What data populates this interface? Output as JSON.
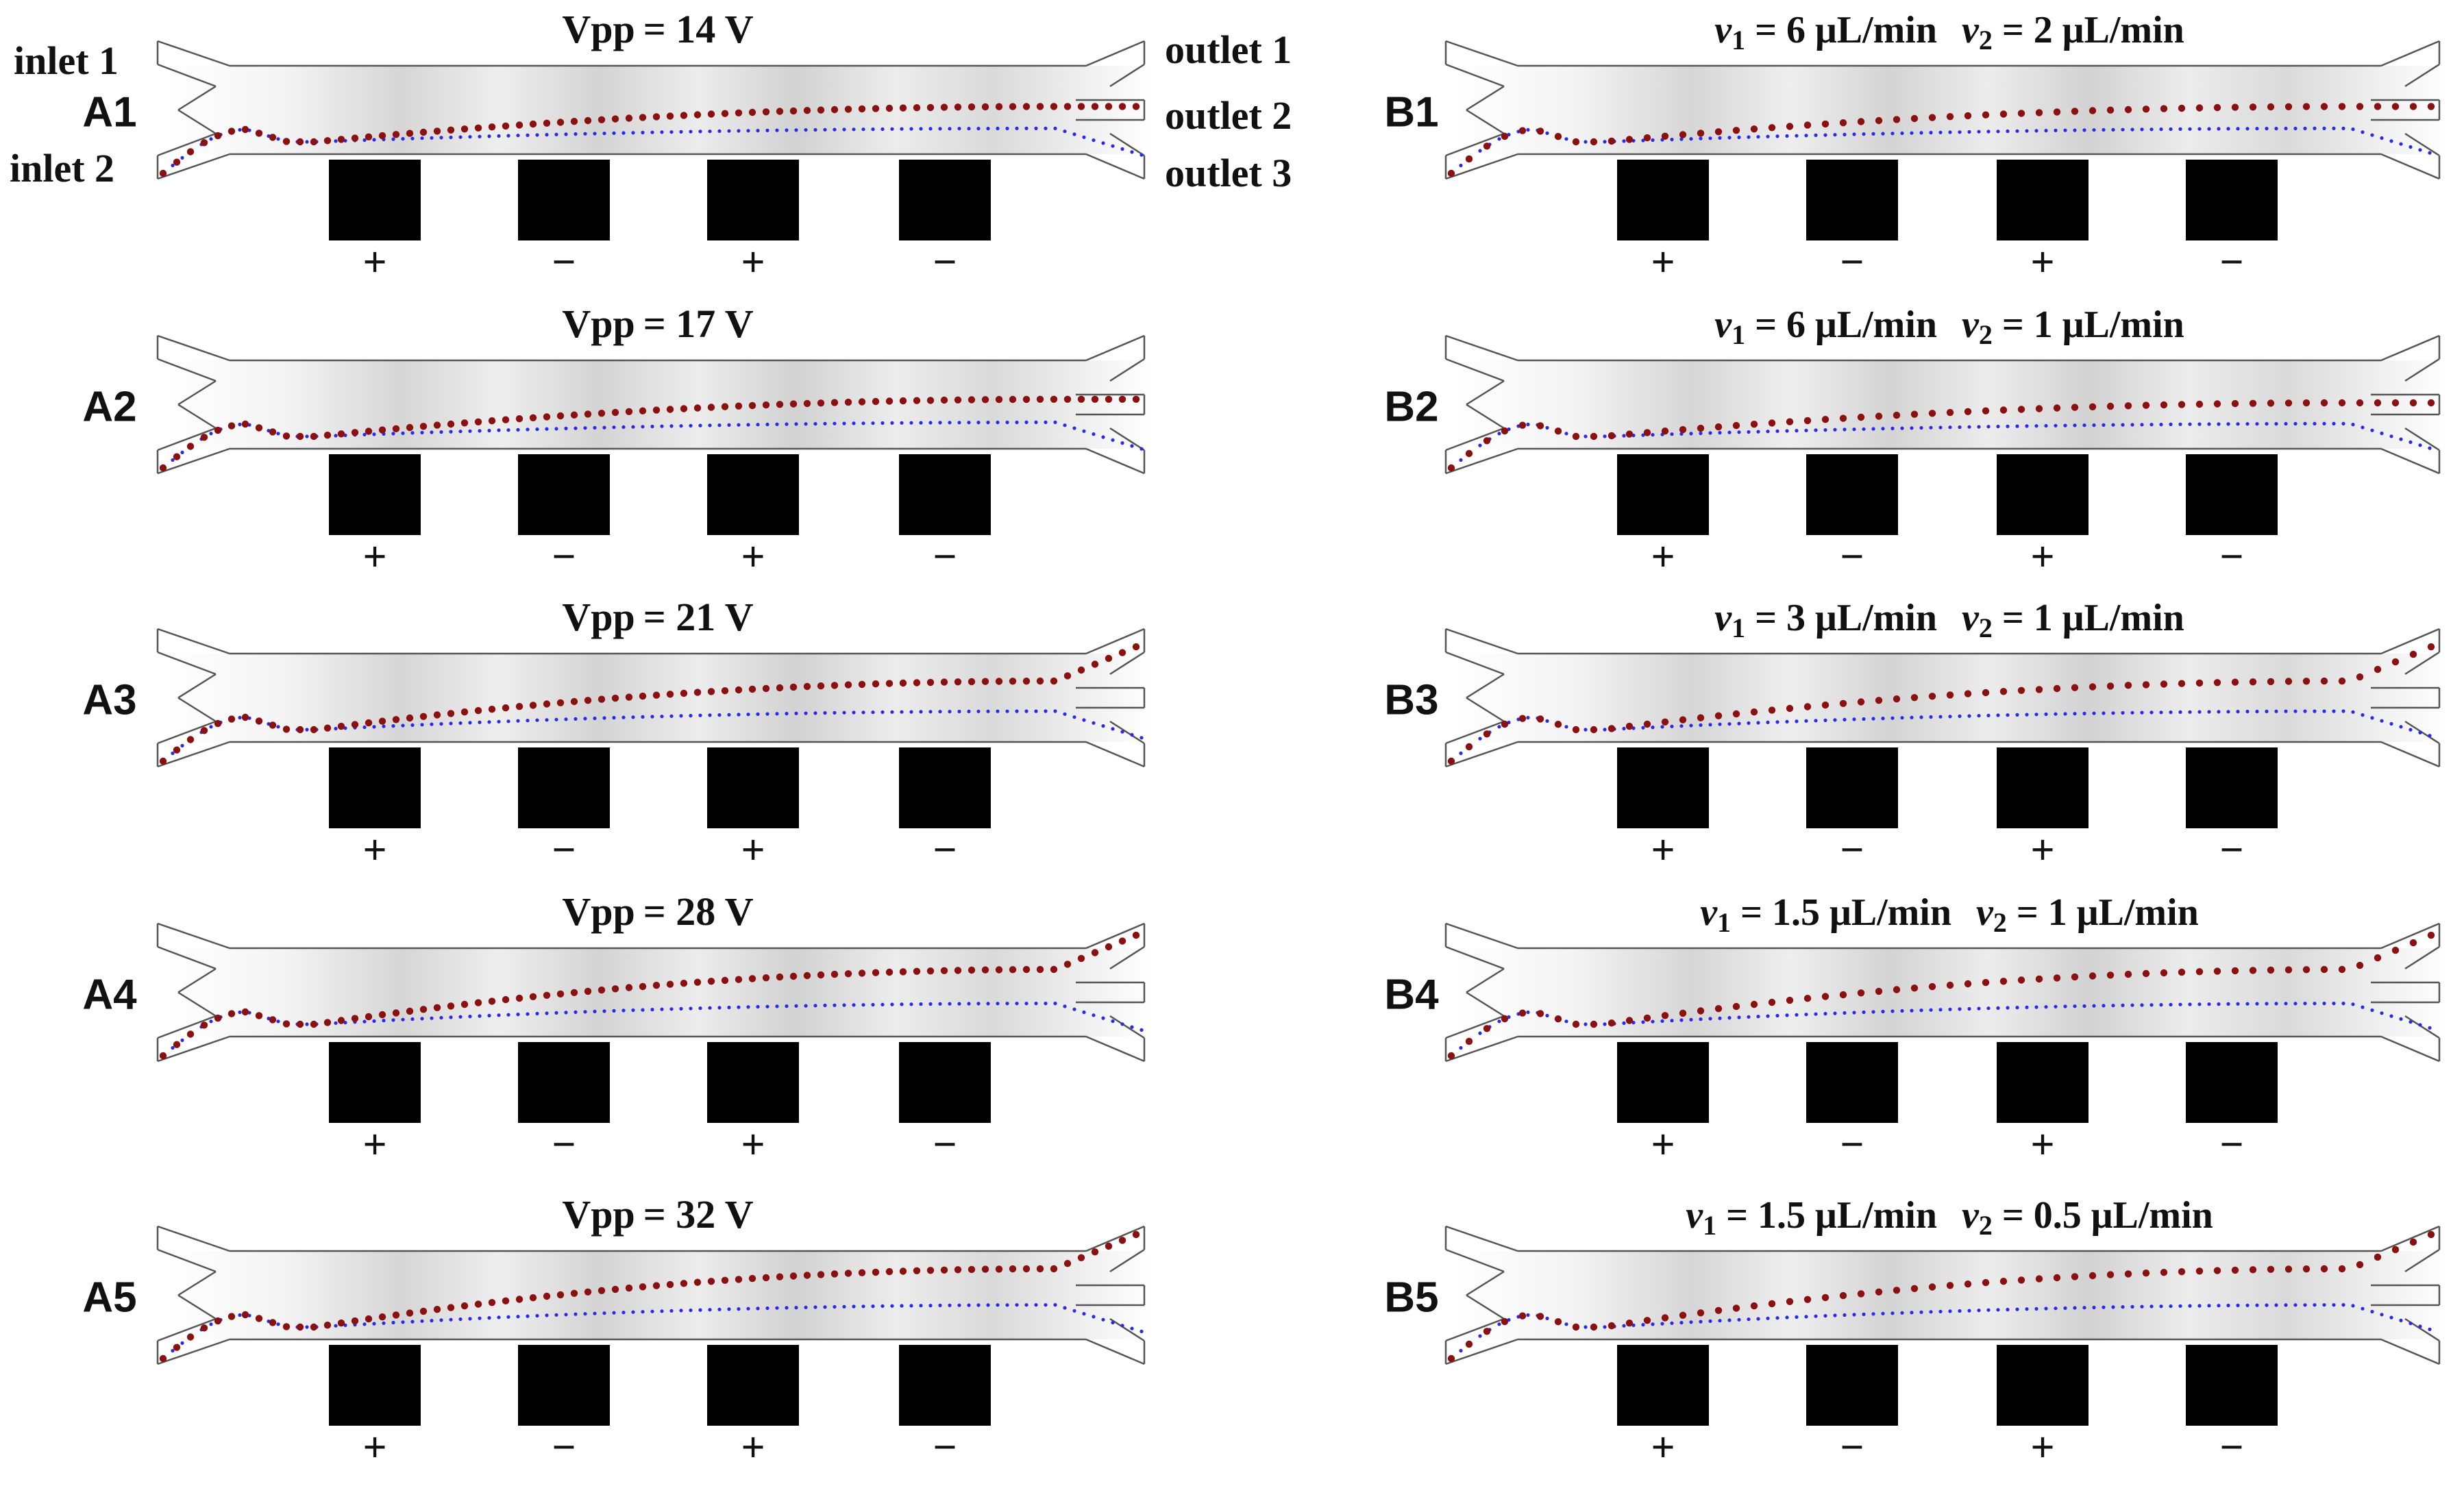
{
  "channel_labels": {
    "inlet_1": "inlet 1",
    "inlet_2": "inlet 2",
    "outlet_1": "outlet 1",
    "outlet_2": "outlet 2",
    "outlet_3": "outlet 3"
  },
  "electrode_signs": [
    "+",
    "−",
    "+",
    "−"
  ],
  "colors": {
    "particle_large": "#8b1010",
    "particle_small": "#2a2ae6",
    "electrode": "#000000",
    "channel_outline": "#555555"
  },
  "panels": [
    {
      "id": "A1",
      "label": "A1",
      "title_prefix": "Vpp",
      "title_value": "= 14 V",
      "deflection": 0.4,
      "split_outlet": 2
    },
    {
      "id": "A2",
      "label": "A2",
      "title_prefix": "Vpp",
      "title_value": "= 17 V",
      "deflection": 0.42,
      "split_outlet": 2
    },
    {
      "id": "A3",
      "label": "A3",
      "title_prefix": "Vpp",
      "title_value": "= 21 V",
      "deflection": 0.55,
      "split_outlet": 1
    },
    {
      "id": "A4",
      "label": "A4",
      "title_prefix": "Vpp",
      "title_value": "= 28 V",
      "deflection": 0.62,
      "split_outlet": 1
    },
    {
      "id": "A5",
      "label": "A5",
      "title_prefix": "Vpp",
      "title_value": "= 32 V",
      "deflection": 0.66,
      "split_outlet": 1
    },
    {
      "id": "B1",
      "label": "B1",
      "v1_symbol": "v",
      "v1_sub": "1",
      "v1_value": " = 6 μL/min",
      "v2_symbol": "v",
      "v2_sub": "2",
      "v2_value": " = 2 μL/min",
      "deflection": 0.4,
      "split_outlet": 2
    },
    {
      "id": "B2",
      "label": "B2",
      "v1_symbol": "v",
      "v1_sub": "1",
      "v1_value": " = 6 μL/min",
      "v2_symbol": "v",
      "v2_sub": "2",
      "v2_value": " = 1 μL/min",
      "deflection": 0.38,
      "split_outlet": 2
    },
    {
      "id": "B3",
      "label": "B3",
      "v1_symbol": "v",
      "v1_sub": "1",
      "v1_value": " = 3 μL/min",
      "v2_symbol": "v",
      "v2_sub": "2",
      "v2_value": " = 1 μL/min",
      "deflection": 0.55,
      "split_outlet": 1
    },
    {
      "id": "B4",
      "label": "B4",
      "v1_symbol": "v",
      "v1_sub": "1",
      "v1_value": " = 1.5 μL/min",
      "v2_symbol": "v",
      "v2_sub": "2",
      "v2_value": " = 1 μL/min",
      "deflection": 0.62,
      "split_outlet": 1
    },
    {
      "id": "B5",
      "label": "B5",
      "v1_symbol": "v",
      "v1_sub": "1",
      "v1_value": " = 1.5 μL/min",
      "v2_symbol": "v",
      "v2_sub": "2",
      "v2_value": " = 0.5 μL/min",
      "deflection": 0.66,
      "split_outlet": 1
    }
  ]
}
